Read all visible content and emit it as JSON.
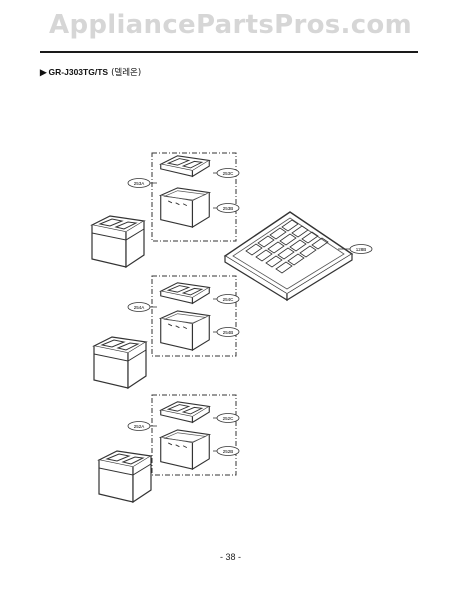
{
  "watermark": "AppliancePartsPros.com",
  "model": {
    "arrow": "▶",
    "code": "GR-J303TG/TS",
    "variant": "(델레온)"
  },
  "callouts": {
    "group1": {
      "tray": "253C",
      "box": "253B",
      "assembly": "253A"
    },
    "group2": {
      "tray": "254C",
      "box": "254B",
      "assembly": "254A"
    },
    "group3": {
      "tray": "252C",
      "box": "252B",
      "assembly": "252A"
    },
    "shelf": "128B"
  },
  "page_number": "- 38 -"
}
